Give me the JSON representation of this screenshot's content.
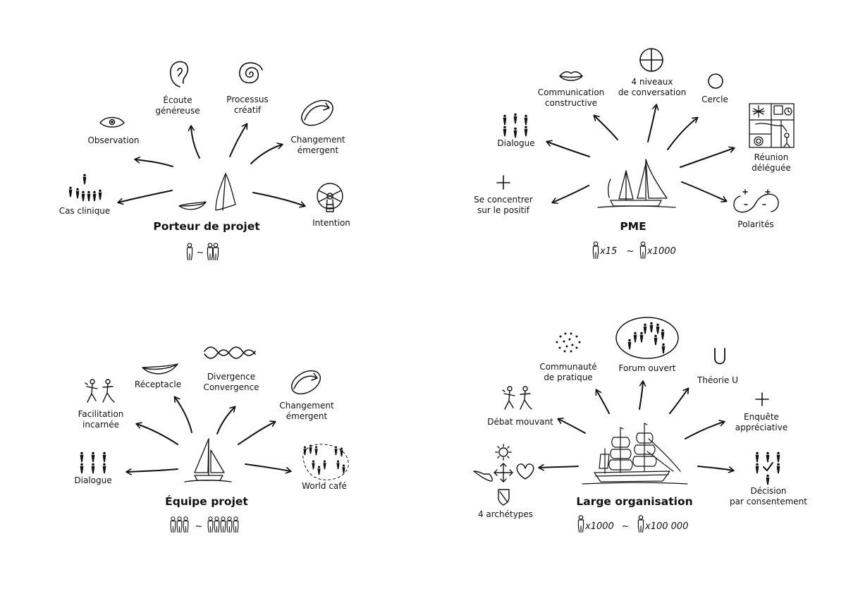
{
  "colors": {
    "ink": "#111111",
    "background": "#ffffff"
  },
  "porteur": {
    "title": "Porteur de projet",
    "scale_sep": "~",
    "items": {
      "ecoute_1": "Écoute",
      "ecoute_2": "généreuse",
      "processus_1": "Processus",
      "processus_2": "créatif",
      "observation": "Observation",
      "changement_1": "Changement",
      "changement_2": "émergent",
      "cas": "Cas clinique",
      "intention": "Intention"
    }
  },
  "pme": {
    "title": "PME",
    "scale_a": "x15",
    "scale_sep": "~",
    "scale_b": "x1000",
    "items": {
      "communication_1": "Communication",
      "communication_2": "constructive",
      "niveaux_1": "4 niveaux",
      "niveaux_2": "de conversation",
      "cercle": "Cercle",
      "dialogue": "Dialogue",
      "reunion_1": "Réunion",
      "reunion_2": "déléguée",
      "positif_1": "Se concentrer",
      "positif_2": "sur le positif",
      "polarites": "Polarités"
    }
  },
  "equipe": {
    "title": "Équipe projet",
    "scale_sep": "~",
    "items": {
      "receptacle": "Réceptacle",
      "divergence_1": "Divergence",
      "divergence_2": "Convergence",
      "facilitation_1": "Facilitation",
      "facilitation_2": "incarnée",
      "changement_1": "Changement",
      "changement_2": "émergent",
      "dialogue": "Dialogue",
      "worldcafe": "World café"
    }
  },
  "large": {
    "title": "Large organisation",
    "scale_a": "x1000",
    "scale_sep": "~",
    "scale_b": "x100 000",
    "items": {
      "communaute_1": "Communauté",
      "communaute_2": "de pratique",
      "forum": "Forum ouvert",
      "theorie": "Théorie U",
      "debat": "Débat mouvant",
      "enquete_1": "Enquête",
      "enquete_2": "appréciative",
      "archetypes": "4 archétypes",
      "decision_1": "Décision",
      "decision_2": "par consentement"
    }
  }
}
